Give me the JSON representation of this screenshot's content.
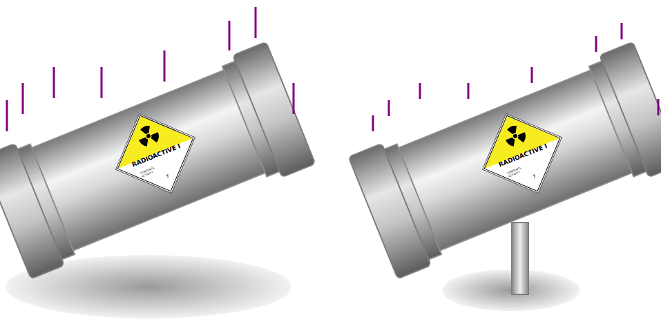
{
  "diagram": {
    "nodes": [
      {
        "text": [
          "RADIOACTIVE I",
          "CONTENTS",
          "ACTIVITY",
          "7"
        ]
      },
      {
        "text": [
          "RADIOACTIVE I",
          "CONTENTS",
          "ACTIVITY",
          "7"
        ]
      }
    ]
  }
}
